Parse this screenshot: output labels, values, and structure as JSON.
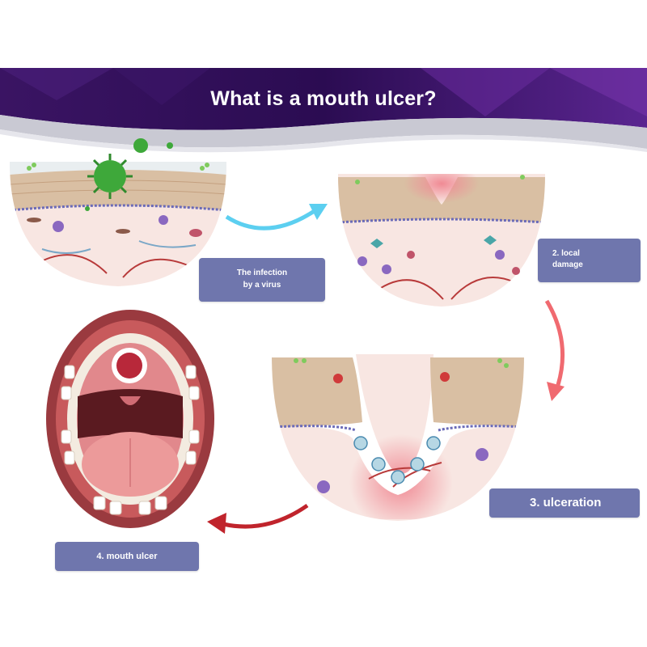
{
  "title": "What is a mouth ulcer?",
  "steps": [
    {
      "label_line1": "The infection",
      "label_line2": "by a virus"
    },
    {
      "label_line1": "2. local",
      "label_line2": "damage"
    },
    {
      "label": "3. ulceration"
    },
    {
      "label": "4. mouth ulcer"
    }
  ],
  "colors": {
    "banner_dark": "#2a0e4f",
    "banner_mid": "#5b2590",
    "caption_bg": "#6f76ad",
    "arrow_blue": "#5ccff0",
    "arrow_pink": "#f06a70",
    "arrow_red": "#c0242c",
    "virus_green": "#3ea83a"
  },
  "icons": [
    "virus-icon",
    "immune-cell-icon",
    "blood-vessel-icon",
    "open-mouth-icon",
    "curved-arrow-icon"
  ]
}
